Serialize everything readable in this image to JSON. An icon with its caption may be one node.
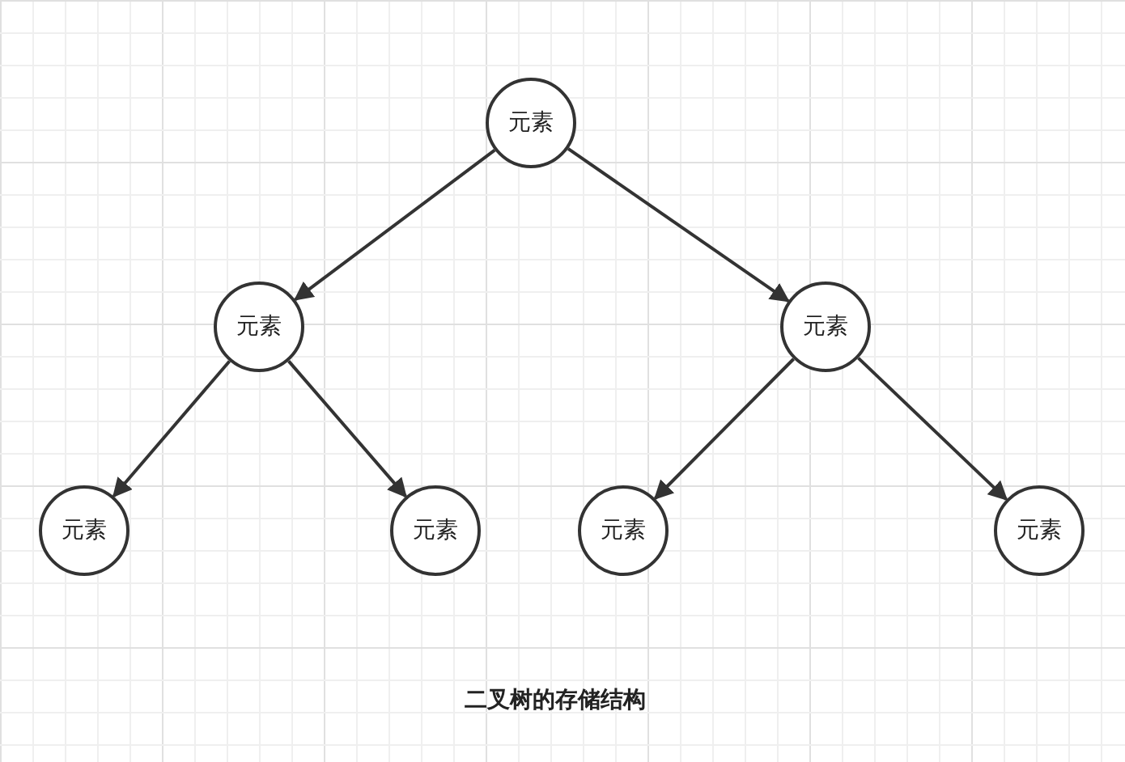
{
  "diagram": {
    "caption": "二叉树的存储结构",
    "nodes": [
      {
        "text": [
          "元素"
        ]
      },
      {
        "text": [
          "元素"
        ]
      },
      {
        "text": [
          "元素"
        ]
      },
      {
        "text": [
          "元素"
        ]
      },
      {
        "text": [
          "元素"
        ]
      },
      {
        "text": [
          "元素"
        ]
      },
      {
        "text": [
          "元素"
        ]
      }
    ],
    "edges": [
      {
        "from": 0,
        "to": 1,
        "arrow": "to"
      },
      {
        "from": 0,
        "to": 2,
        "arrow": "to"
      },
      {
        "from": 1,
        "to": 3,
        "arrow": "to"
      },
      {
        "from": 1,
        "to": 4,
        "arrow": "to"
      },
      {
        "from": 2,
        "to": 5,
        "arrow": "to"
      },
      {
        "from": 2,
        "to": 6,
        "arrow": "to"
      }
    ]
  }
}
